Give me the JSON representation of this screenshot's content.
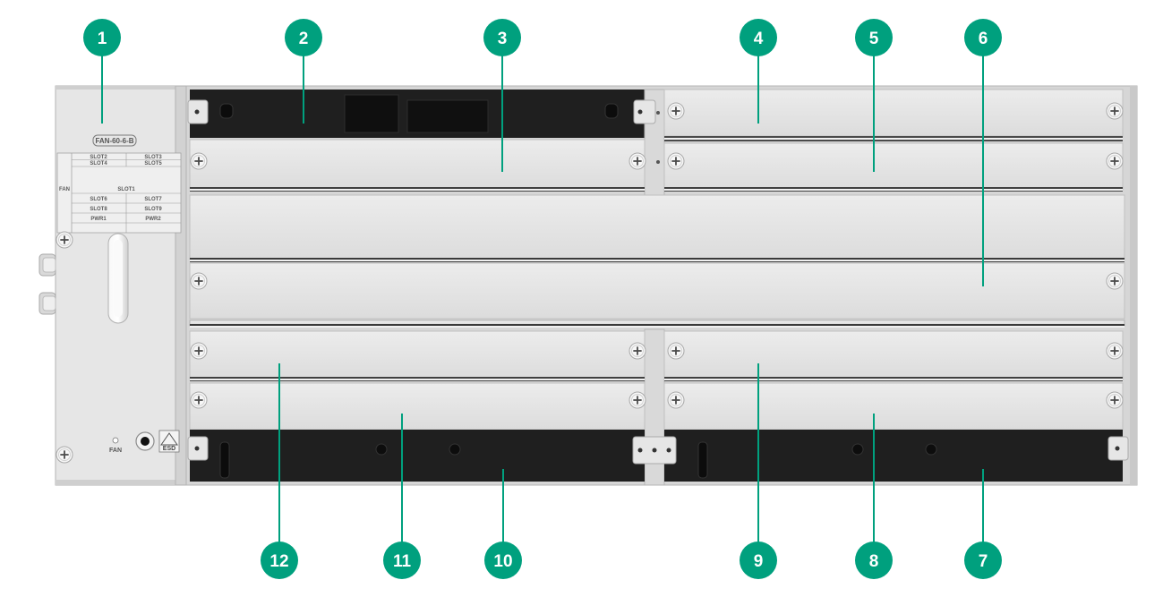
{
  "callouts": [
    "1",
    "2",
    "3",
    "4",
    "5",
    "6",
    "7",
    "8",
    "9",
    "10",
    "11",
    "12"
  ],
  "colors": {
    "accent": "#00a07e",
    "panel": "#e3e3e3",
    "panel_edge": "#b9b9b9",
    "dark_slot": "#1f1f1f"
  },
  "fan_module": {
    "model": "FAN-60-6-B",
    "side_label": "FAN",
    "slot_table": [
      [
        "SLOT2",
        "SLOT3"
      ],
      [
        "SLOT4",
        "SLOT5"
      ],
      [
        "SLOT1"
      ],
      [
        "SLOT6",
        "SLOT7"
      ],
      [
        "SLOT8",
        "SLOT9"
      ],
      [
        "PWR1",
        "PWR2"
      ]
    ],
    "status_led_label": "FAN",
    "esd_label": "ESD"
  },
  "icons": [
    "captive-screw-icon",
    "esd-warning-icon",
    "ground-terminal-icon"
  ]
}
